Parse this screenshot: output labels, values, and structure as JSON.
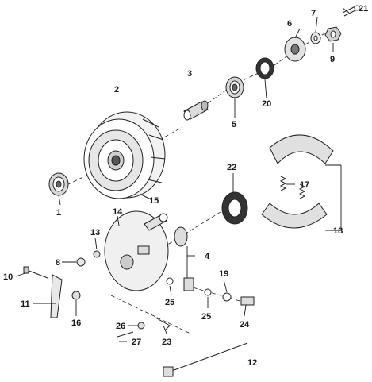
{
  "callouts": [
    "1",
    "2",
    "3",
    "4",
    "5",
    "6",
    "7",
    "8",
    "9",
    "10",
    "11",
    "12",
    "13",
    "14",
    "15",
    "16",
    "17",
    "18",
    "19",
    "20",
    "21",
    "22",
    "23",
    "24",
    "25",
    "25",
    "26",
    "27"
  ]
}
